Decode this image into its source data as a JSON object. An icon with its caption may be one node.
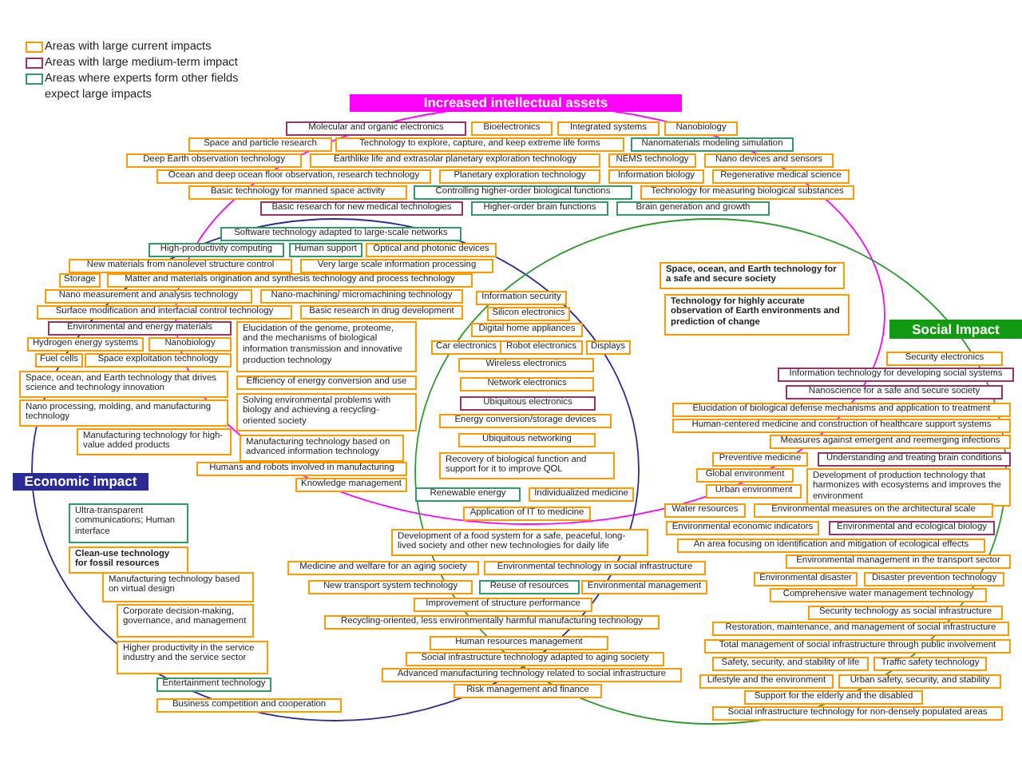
{
  "diagram": {
    "nodes": [
      {
        "text": [
          "Increased intellectual assets"
        ]
      },
      {
        "text": [
          "Molecular and organic electronics"
        ]
      },
      {
        "text": [
          "Bioelectronics"
        ]
      },
      {
        "text": [
          "Integrated systems"
        ]
      },
      {
        "text": [
          "Nanobiology"
        ]
      },
      {
        "text": [
          "Space and particle research"
        ]
      },
      {
        "text": [
          "Technology to explore, capture, and keep extreme life forms"
        ]
      },
      {
        "text": [
          "Nanomaterials modeling simulation"
        ]
      },
      {
        "text": [
          "Deep Earth observation technology"
        ]
      },
      {
        "text": [
          "Earthlike life and extrasolar planetary exploration technology"
        ]
      },
      {
        "text": [
          "NEMS technology"
        ]
      },
      {
        "text": [
          "Nano devices and sensors"
        ]
      },
      {
        "text": [
          "Ocean and deep ocean floor observation, research technology"
        ]
      },
      {
        "text": [
          "Planetary exploration technology"
        ]
      },
      {
        "text": [
          "Information biology"
        ]
      },
      {
        "text": [
          "Regenerative medical science"
        ]
      },
      {
        "text": [
          "Basic technology for manned space activity"
        ]
      },
      {
        "text": [
          "Controlling higher-order biological functions"
        ]
      },
      {
        "text": [
          "Technology for measuring biological substances"
        ]
      },
      {
        "text": [
          "Basic research for new medical technologies"
        ]
      },
      {
        "text": [
          "Higher-order brain functions"
        ]
      },
      {
        "text": [
          "Brain generation and growth"
        ]
      },
      {
        "text": [
          "Software technology adapted to large-scale networks"
        ]
      },
      {
        "text": [
          "High-productivity computing"
        ]
      },
      {
        "text": [
          "Human support"
        ]
      },
      {
        "text": [
          "Optical and photonic devices"
        ]
      },
      {
        "text": [
          "New materials from nanolevel structure control"
        ]
      },
      {
        "text": [
          "Very large scale information processing"
        ]
      },
      {
        "text": [
          "Space, ocean, and Earth technology for a safe and secure society"
        ]
      },
      {
        "text": [
          "Storage"
        ]
      },
      {
        "text": [
          "Matter and materials origination and synthesis technology and process technology"
        ]
      },
      {
        "text": [
          "Nano measurement and analysis technology"
        ]
      },
      {
        "text": [
          "Nano-machining/ micromachining technology"
        ]
      },
      {
        "text": [
          "Information security"
        ]
      },
      {
        "text": [
          "Technology for highly accurate observation of Earth environments and prediction of change"
        ]
      },
      {
        "text": [
          "Surface modification and interfacial control technology"
        ]
      },
      {
        "text": [
          "Basic research in drug development"
        ]
      },
      {
        "text": [
          "Silicon electronics"
        ]
      },
      {
        "text": [
          "Social Impact"
        ]
      },
      {
        "text": [
          "Environmental and energy materials"
        ]
      },
      {
        "text": [
          "Elucidation of the genome, proteome, and the mechanisms of biological information transmission and innovative production technology"
        ]
      },
      {
        "text": [
          "Digital home appliances"
        ]
      },
      {
        "text": [
          "Hydrogen energy systems"
        ]
      },
      {
        "text": [
          "Nanobiology"
        ]
      },
      {
        "text": [
          "Car electronics"
        ]
      },
      {
        "text": [
          "Robot electronics"
        ]
      },
      {
        "text": [
          "Displays"
        ]
      },
      {
        "text": [
          "Security electronics"
        ]
      },
      {
        "text": [
          "Fuel cells"
        ]
      },
      {
        "text": [
          "Space exploitation technology"
        ]
      },
      {
        "text": [
          "Wireless electronics"
        ]
      },
      {
        "text": [
          "Information technology for developing social systems"
        ]
      },
      {
        "text": [
          "Space, ocean, and Earth technology that drives science and technology innovation"
        ]
      },
      {
        "text": [
          "Efficiency of energy conversion and use"
        ]
      },
      {
        "text": [
          "Network electronics"
        ]
      },
      {
        "text": [
          "Nanoscience for a safe and secure society"
        ]
      },
      {
        "text": [
          "Solving environmental problems with biology and achieving a recycling-oriented society"
        ]
      },
      {
        "text": [
          "Ubiquitous electronics"
        ]
      },
      {
        "text": [
          "Nano processing, molding, and manufacturing technology"
        ]
      },
      {
        "text": [
          "Elucidation of biological defense mechanisms and application to treatment"
        ]
      },
      {
        "text": [
          "Energy conversion/storage devices"
        ]
      },
      {
        "text": [
          "Human-centered medicine and construction of healthcare support systems"
        ]
      },
      {
        "text": [
          "Manufacturing technology for high-value added products"
        ]
      },
      {
        "text": [
          "Manufacturing technology based on advanced information technology"
        ]
      },
      {
        "text": [
          "Ubiquitous networking"
        ]
      },
      {
        "text": [
          "Measures against emergent and reemerging infections"
        ]
      },
      {
        "text": [
          "Recovery of biological function and support for it to improve QOL"
        ]
      },
      {
        "text": [
          "Preventive medicine"
        ]
      },
      {
        "text": [
          "Understanding and treating brain conditions"
        ]
      },
      {
        "text": [
          "Humans and robots involved in manufacturing"
        ]
      },
      {
        "text": [
          "Global environment"
        ]
      },
      {
        "text": [
          "Development of production technology that harmonizes with ecosystems and improves the environment"
        ]
      },
      {
        "text": [
          "Economic impact"
        ]
      },
      {
        "text": [
          "Knowledge management"
        ]
      },
      {
        "text": [
          "Urban environment"
        ]
      },
      {
        "text": [
          "Renewable energy"
        ]
      },
      {
        "text": [
          "Individualized medicine"
        ]
      },
      {
        "text": [
          "Ultra-transparent communications; Human interface"
        ]
      },
      {
        "text": [
          "Water resources"
        ]
      },
      {
        "text": [
          "Environmental measures on the architectural scale"
        ]
      },
      {
        "text": [
          "Application of IT to medicine"
        ]
      },
      {
        "text": [
          "Environmental economic indicators"
        ]
      },
      {
        "text": [
          "Environmental and ecological biology"
        ]
      },
      {
        "text": [
          "Development of a food system for a safe, peaceful, long-lived society and other new technologies for daily life"
        ]
      },
      {
        "text": [
          "An area focusing on identification and mitigation of ecological effects"
        ]
      },
      {
        "text": [
          "Clean-use technology for fossil resources"
        ]
      },
      {
        "text": [
          "Environmental management in the transport sector"
        ]
      },
      {
        "text": [
          "Medicine and welfare for an aging society"
        ]
      },
      {
        "text": [
          "Environmental technology in social infrastructure"
        ]
      },
      {
        "text": [
          "Manufacturing technology based on virtual design"
        ]
      },
      {
        "text": [
          "Environmental disaster"
        ]
      },
      {
        "text": [
          "Disaster prevention technology"
        ]
      },
      {
        "text": [
          "New transport system technology"
        ]
      },
      {
        "text": [
          "Reuse of resources"
        ]
      },
      {
        "text": [
          "Environmental management"
        ]
      },
      {
        "text": [
          "Comprehensive water management technology"
        ]
      },
      {
        "text": [
          "Improvement of structure performance"
        ]
      },
      {
        "text": [
          "Corporate decision-making, governance, and management"
        ]
      },
      {
        "text": [
          "Security technology as social infrastructure"
        ]
      },
      {
        "text": [
          "Recycling-oriented, less environmentally harmful manufacturing technology"
        ]
      },
      {
        "text": [
          "Restoration, maintenance, and management of social infrastructure"
        ]
      },
      {
        "text": [
          "Human resources management"
        ]
      },
      {
        "text": [
          "Total management of social infrastructure through public involvement"
        ]
      },
      {
        "text": [
          "Higher productivity in the service industry and the service sector"
        ]
      },
      {
        "text": [
          "Social infrastructure technology adapted to aging society"
        ]
      },
      {
        "text": [
          "Safety, security, and stability of life"
        ]
      },
      {
        "text": [
          "Traffic safety technology"
        ]
      },
      {
        "text": [
          "Advanced manufacturing technology related to social infrastructure"
        ]
      },
      {
        "text": [
          "Lifestyle and the environment"
        ]
      },
      {
        "text": [
          "Urban safety, security, and stability"
        ]
      },
      {
        "text": [
          "Entertainment technology"
        ]
      },
      {
        "text": [
          "Risk management and finance"
        ]
      },
      {
        "text": [
          "Support for the elderly and the disabled"
        ]
      },
      {
        "text": [
          "Business competition and cooperation"
        ]
      },
      {
        "text": [
          "Social infrastructure technology for non-densely populated areas"
        ]
      }
    ],
    "legend": [
      {
        "text": "Areas with large current impacts",
        "color": "#ff9900"
      },
      {
        "text": "Areas with large medium-term impact",
        "color": "#993366"
      },
      {
        "text": "Areas where experts form other fields expect large impacts",
        "color": "#339966"
      }
    ]
  }
}
